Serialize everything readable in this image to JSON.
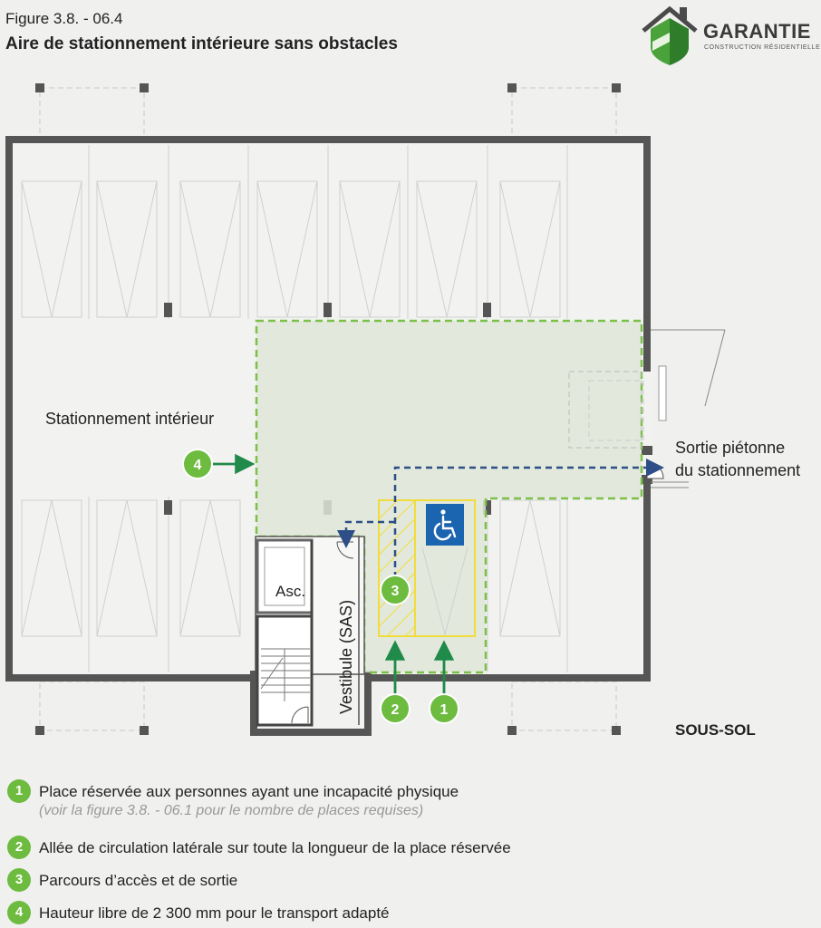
{
  "figure": {
    "number": "Figure 3.8. - 06.4",
    "title": "Aire de stationnement intérieure sans obstacles"
  },
  "logo": {
    "wordmark": "GARANTIE",
    "subtitle": "CONSTRUCTION RÉSIDENTIELLE"
  },
  "plan": {
    "parking_label": "Stationnement intérieur",
    "exit_label_line1": "Sortie piétonne",
    "exit_label_line2": "du stationnement",
    "elevator_label": "Asc.",
    "vestibule_label": "Vestibule (SAS)",
    "level_label": "SOUS-SOL",
    "callouts": [
      "1",
      "2",
      "3",
      "4"
    ]
  },
  "legend": [
    {
      "number": "1",
      "text": "Place réservée aux personnes ayant une incapacité physique",
      "note": "(voir la figure 3.8. - 06.1 pour le nombre de places requises)"
    },
    {
      "number": "2",
      "text": "Allée de circulation latérale sur toute la longueur de la place réservée"
    },
    {
      "number": "3",
      "text": "Parcours d’accès et de sortie"
    },
    {
      "number": "4",
      "text": "Hauteur libre de 2 300 mm pour le transport adapté"
    }
  ],
  "colors": {
    "green_badge": "#6dbb3f",
    "green_arrow": "#1f8a4a",
    "zone_fill": "#dfe8d8",
    "zone_border": "#7cc04a",
    "route_dash": "#2d4e86",
    "accessible_sign": "#1b64b0",
    "yellow_outline": "#f2dc3b",
    "wall": "#555555"
  },
  "icons": [
    "wheelchair-icon",
    "house-shield-logo-icon"
  ]
}
